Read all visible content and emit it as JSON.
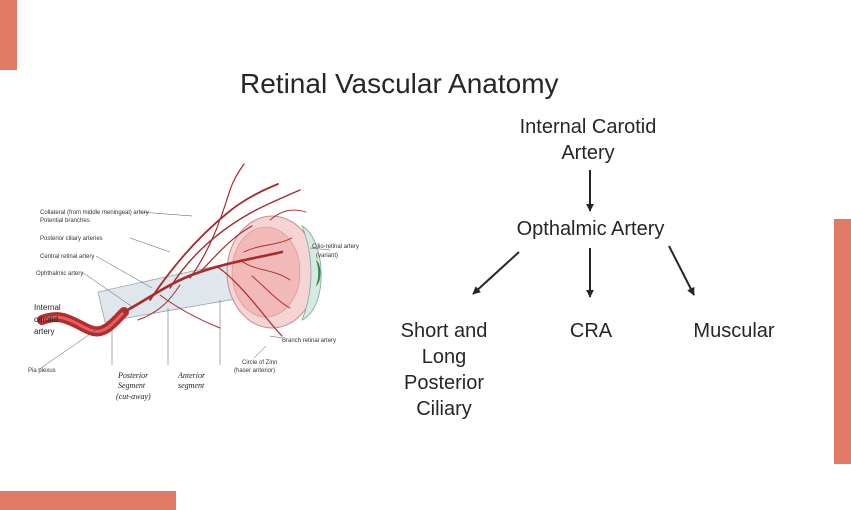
{
  "slide": {
    "title": "Retinal Vascular Anatomy",
    "accent_color": "#e07a65"
  },
  "flowchart": {
    "root": "Internal Carotid\nArtery",
    "level1": "Opthalmic Artery",
    "children": [
      "Short and\nLong\nPosterior\nCiliary",
      "CRA",
      "Muscular"
    ]
  },
  "illustration": {
    "labels": {
      "collateral": "Collateral (from middle meningeal) artery",
      "potential": "Potential branches",
      "posterior_ciliary": "Posterior ciliary arteries",
      "central_retinal": "Central retinal artery",
      "ophthalmic": "Ophthalmic artery",
      "internal_carotid_1": "Internal",
      "internal_carotid_2": "carotid",
      "internal_carotid_3": "artery",
      "pia_plexus": "Pia plexus",
      "posterior_segment_1": "Posterior",
      "posterior_segment_2": "Segment",
      "posterior_segment_3": "(cut-away)",
      "anterior_segment_1": "Anterior",
      "anterior_segment_2": "segment",
      "branch_retinal": "Branch retinal artery",
      "cilioretinal_1": "Cilio-retinal artery",
      "cilioretinal_2": "(variant)",
      "circle_of_zinn_1": "Circle of Zinn",
      "circle_of_zinn_2": "(haser anterior)"
    }
  }
}
